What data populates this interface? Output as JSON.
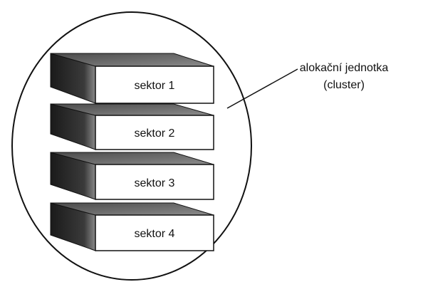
{
  "sectors": [
    {
      "label": "sektor 1"
    },
    {
      "label": "sektor 2"
    },
    {
      "label": "sektor 3"
    },
    {
      "label": "sektor 4"
    }
  ],
  "callout": {
    "line1": "alokační jednotka",
    "line2": "(cluster)"
  },
  "colors": {
    "outline": "#111111",
    "front_face": "#ffffff",
    "top_face": "#6a6a6a",
    "side_dark": "#1a1a1a",
    "side_light": "#8a8a8a"
  }
}
